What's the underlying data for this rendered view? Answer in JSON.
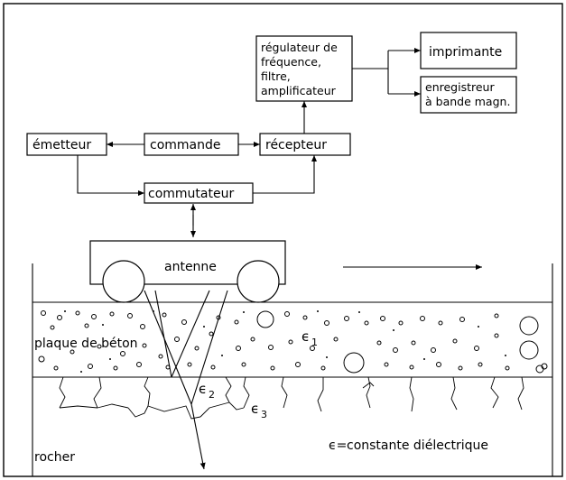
{
  "blocks": {
    "regulateur": [
      "régulateur de",
      "fréquence,",
      "filtre,",
      "amplificateur"
    ],
    "imprimante": "imprimante",
    "enregistreur": [
      "enregistreur",
      "à bande magn."
    ],
    "emetteur": "émetteur",
    "commande": "commande",
    "recepteur": "récepteur",
    "commutateur": "commutateur",
    "antenne": "antenne"
  },
  "layers": {
    "beton": "plaque de béton",
    "rocher": "rocher"
  },
  "epsilon": {
    "symbol": "ϵ",
    "e1_sub": "1",
    "e2_sub": "2",
    "e3_sub": "3",
    "legend_symbol": "ϵ=",
    "legend_text": "constante diélectrique"
  }
}
